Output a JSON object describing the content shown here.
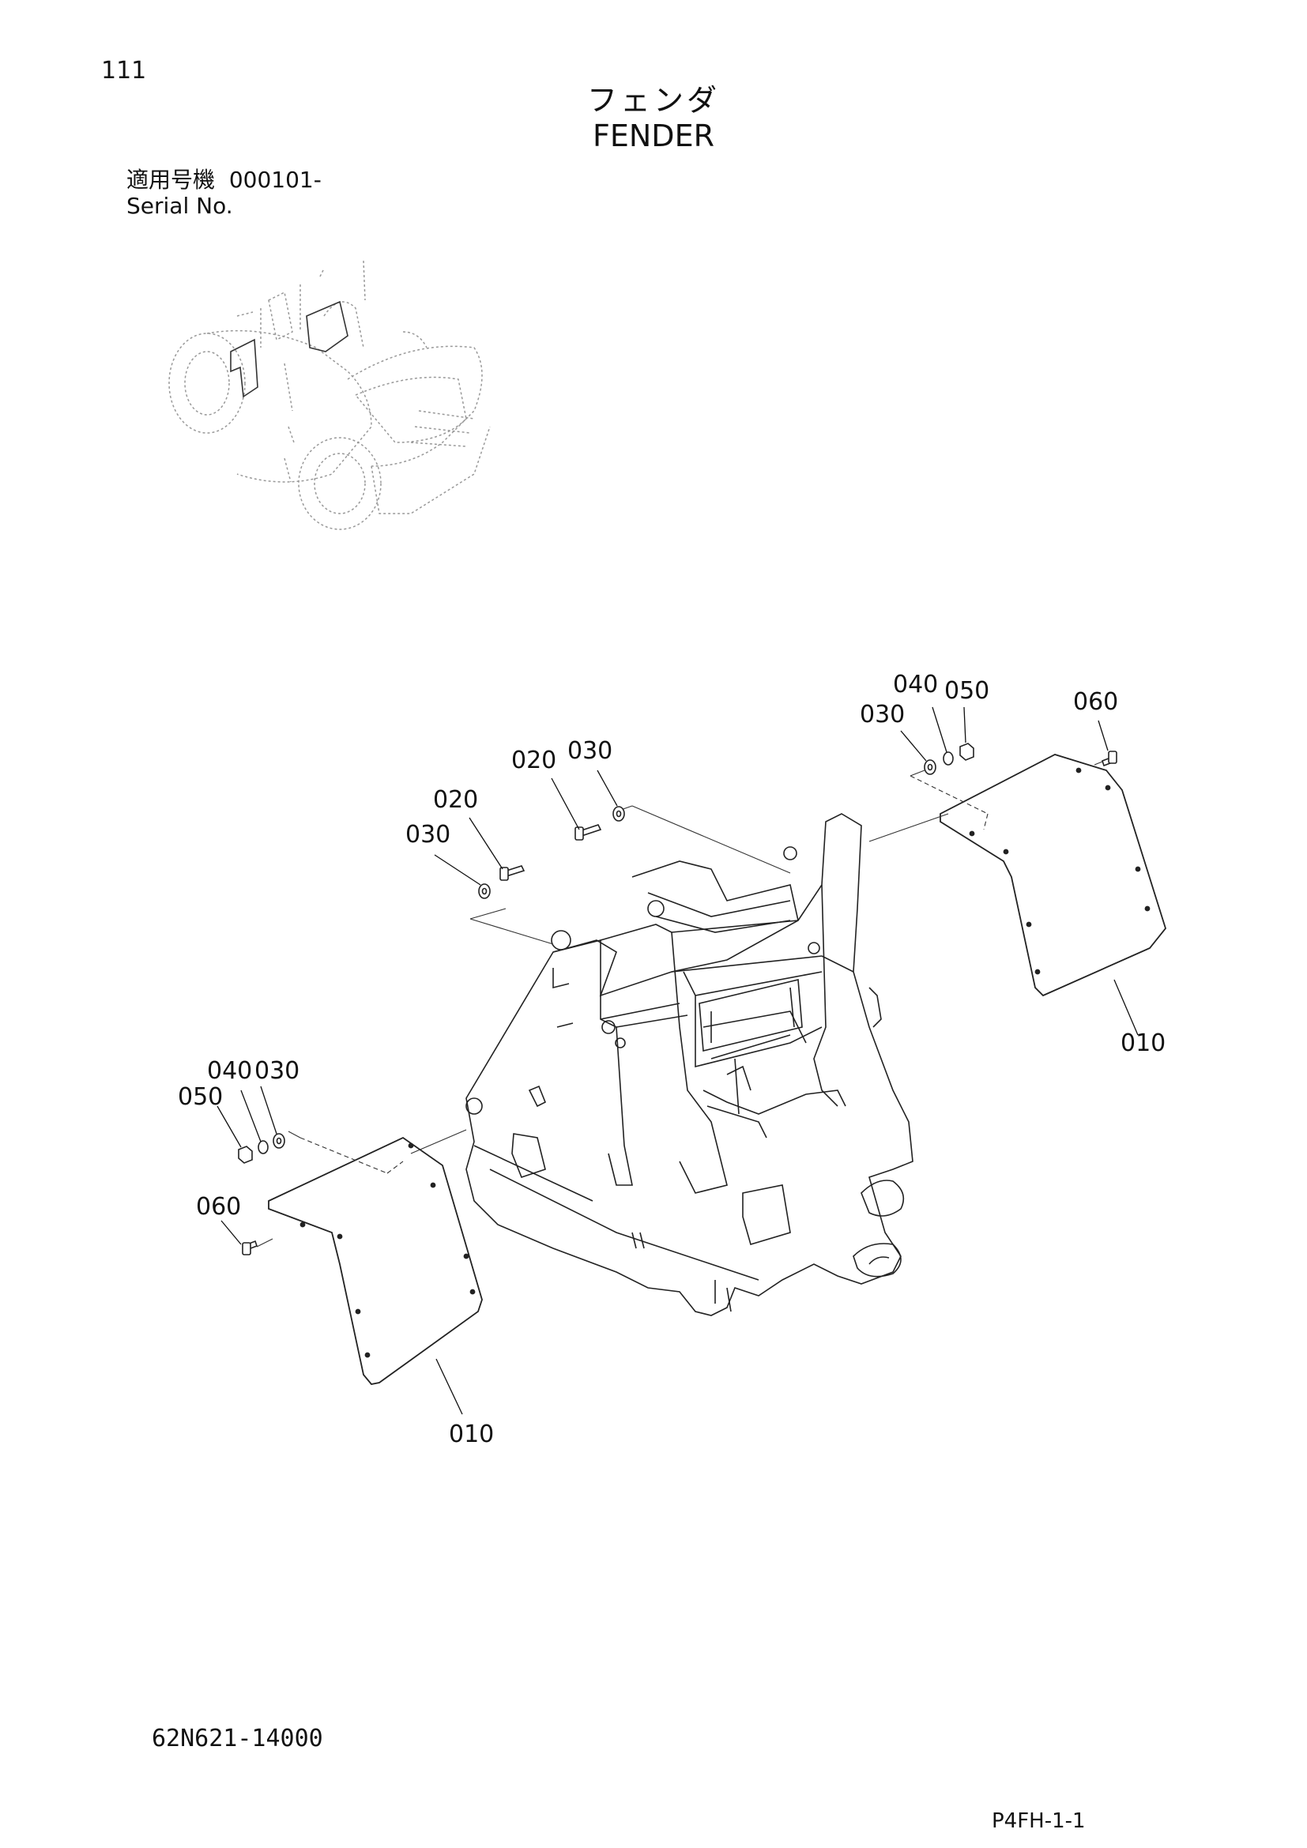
{
  "page": {
    "page_number": "111",
    "title_jp": "フェンダ",
    "title_en": "FENDER",
    "serial_label_jp": "適用号機",
    "serial_range": "000101-",
    "serial_label_en": "Serial No.",
    "drawing_number": "62N621-14000",
    "page_code": "P4FH-1-1"
  },
  "callouts": {
    "c010_left": "010",
    "c010_right": "010",
    "c020_upper": "020",
    "c020_lower": "020",
    "c030_upper": "030",
    "c030_mid": "030",
    "c030_right": "030",
    "c030_left": "030",
    "c040_right": "040",
    "c040_left": "040",
    "c050_right": "050",
    "c050_left": "050",
    "c060_right": "060",
    "c060_left": "060"
  }
}
